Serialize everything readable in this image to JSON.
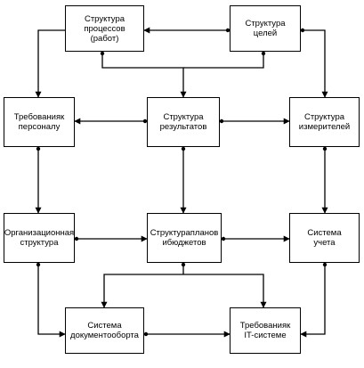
{
  "nodes": {
    "process": "Структура\nпроцессов\n(работ)",
    "goals": "Структура\nцелей",
    "staff": "Требованияк\nперсоналу",
    "results": "Структура\nрезультатов",
    "metrics": "Структура\nизмерителей",
    "org": "Организационная\nструктура",
    "plans": "Структурапланов\nибюджетов",
    "account": "Система\nучета",
    "docflow": "Система\nдокументооборта",
    "it": "Требованияк\nIT-системе"
  }
}
